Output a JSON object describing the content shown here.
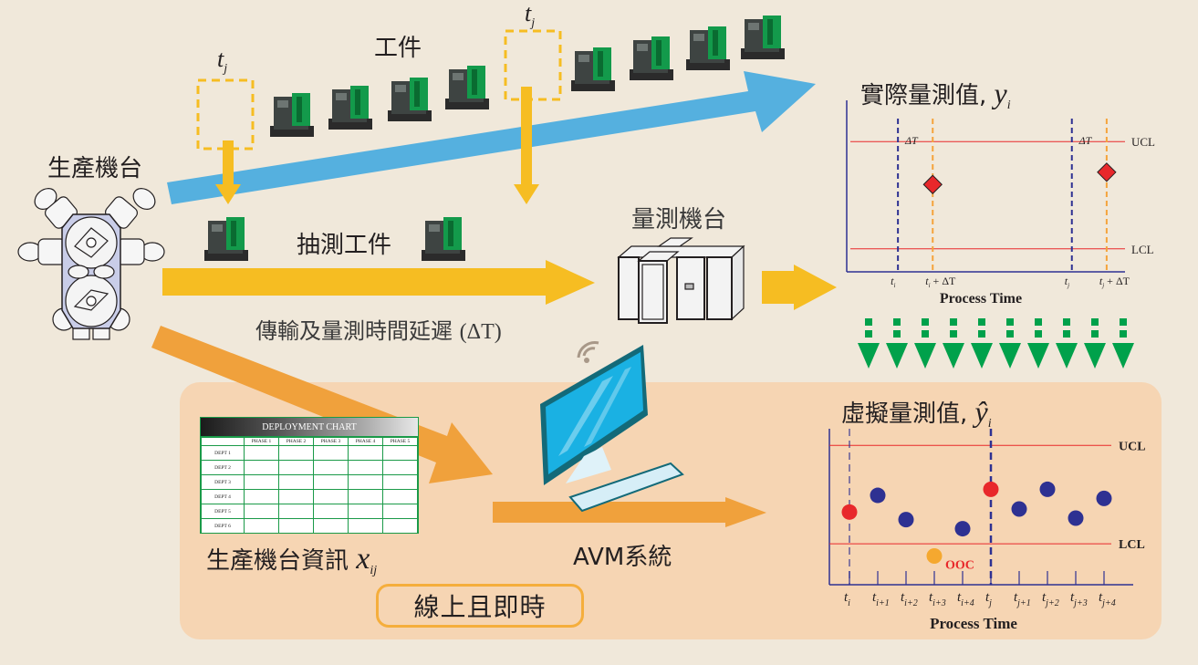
{
  "labels": {
    "production_machine": "生產機台",
    "workpiece": "工件",
    "sampled_workpiece": "抽測工件",
    "metrology_machine": "量測機台",
    "delay": "傳輸及量測時間延遲",
    "delay_symbol": "(ΔT)",
    "machine_info": "生產機台資訊",
    "machine_info_var": "x",
    "machine_info_sub": "ij",
    "avm_system": "AVM系統",
    "online_realtime": "線上且即時",
    "sample_time_1": "t",
    "sample_time_1_sub": "j",
    "sample_time_2": "t",
    "sample_time_2_sub": "j"
  },
  "deployment_chart": {
    "title": "DEPLOYMENT CHART",
    "columns": [
      "",
      "PHASE 1",
      "PHASE 2",
      "PHASE 3",
      "PHASE 4",
      "PHASE 5"
    ],
    "rows": [
      "DEPT 1",
      "DEPT 2",
      "DEPT 3",
      "DEPT 4",
      "DEPT 5",
      "DEPT 6"
    ]
  },
  "colors": {
    "flow_blue": "#55b0df",
    "flow_yellow": "#f6bd22",
    "flow_orange": "#f0a13c",
    "green_arrows": "#00a14b",
    "limit_line": "#e8282b",
    "axis": "#2e3192",
    "dash_blue": "#2e3192",
    "dash_orange": "#f5a33b",
    "point_red": "#e8282b",
    "point_blue": "#2e3192",
    "point_orange": "#f5a82f"
  },
  "chart_data": [
    {
      "type": "scatter",
      "title": "實際量測值, y_i",
      "title_text": "實際量測值,",
      "title_var": "y",
      "title_sub": "i",
      "xlabel": "Process Time",
      "ylabel": "",
      "ylim": [
        0,
        100
      ],
      "ucl": {
        "label": "UCL",
        "value": 85
      },
      "lcl": {
        "label": "LCL",
        "value": 15
      },
      "x_ticks": [
        {
          "label": "t_i",
          "main": "t",
          "sub": "i",
          "suffix": "",
          "x": 1,
          "line": "blue"
        },
        {
          "label": "t_i + ΔT",
          "main": "t",
          "sub": "i",
          "suffix": " + ΔT",
          "x": 2,
          "line": "orange"
        },
        {
          "label": "t_j",
          "main": "t",
          "sub": "j",
          "suffix": "",
          "x": 6,
          "line": "blue"
        },
        {
          "label": "t_j + ΔT",
          "main": "t",
          "sub": "j",
          "suffix": " + ΔT",
          "x": 7,
          "line": "orange"
        }
      ],
      "xlim": [
        0,
        8
      ],
      "annotations": [
        {
          "text": "ΔT",
          "x": 1.1
        },
        {
          "text": "ΔT",
          "x": 6.1
        }
      ],
      "points": [
        {
          "x": 2,
          "y": 57,
          "marker": "diamond",
          "color": "red"
        },
        {
          "x": 7,
          "y": 65,
          "marker": "diamond",
          "color": "red"
        }
      ]
    },
    {
      "type": "scatter",
      "title": "虛擬量測值, ŷ_i",
      "title_text": "虛擬量測值,",
      "title_var": "ŷ",
      "title_sub": "i",
      "xlabel": "Process Time",
      "ylabel": "",
      "ylim": [
        0,
        100
      ],
      "ucl": {
        "label": "UCL",
        "value": 92
      },
      "lcl": {
        "label": "LCL",
        "value": 27
      },
      "x_ticks": [
        {
          "label": "t_i",
          "main": "t",
          "sub": "i"
        },
        {
          "label": "t_i+1",
          "main": "t",
          "sub": "i+1"
        },
        {
          "label": "t_i+2",
          "main": "t",
          "sub": "i+2"
        },
        {
          "label": "t_i+3",
          "main": "t",
          "sub": "i+3"
        },
        {
          "label": "t_i+4",
          "main": "t",
          "sub": "i+4"
        },
        {
          "label": "t_j",
          "main": "t",
          "sub": "j"
        },
        {
          "label": "t_j+1",
          "main": "t",
          "sub": "j+1"
        },
        {
          "label": "t_j+2",
          "main": "t",
          "sub": "j+2"
        },
        {
          "label": "t_j+3",
          "main": "t",
          "sub": "j+3"
        },
        {
          "label": "t_j+4",
          "main": "t",
          "sub": "j+4"
        }
      ],
      "dashed_at": [
        0,
        5
      ],
      "points": [
        {
          "x": 0,
          "y": 48,
          "color": "red"
        },
        {
          "x": 1,
          "y": 59,
          "color": "blue"
        },
        {
          "x": 2,
          "y": 43,
          "color": "blue"
        },
        {
          "x": 3,
          "y": 19,
          "color": "orange",
          "annotation": "OOC"
        },
        {
          "x": 4,
          "y": 37,
          "color": "blue"
        },
        {
          "x": 5,
          "y": 63,
          "color": "red"
        },
        {
          "x": 6,
          "y": 50,
          "color": "blue"
        },
        {
          "x": 7,
          "y": 63,
          "color": "blue"
        },
        {
          "x": 8,
          "y": 44,
          "color": "blue"
        },
        {
          "x": 9,
          "y": 57,
          "color": "blue"
        }
      ]
    }
  ]
}
